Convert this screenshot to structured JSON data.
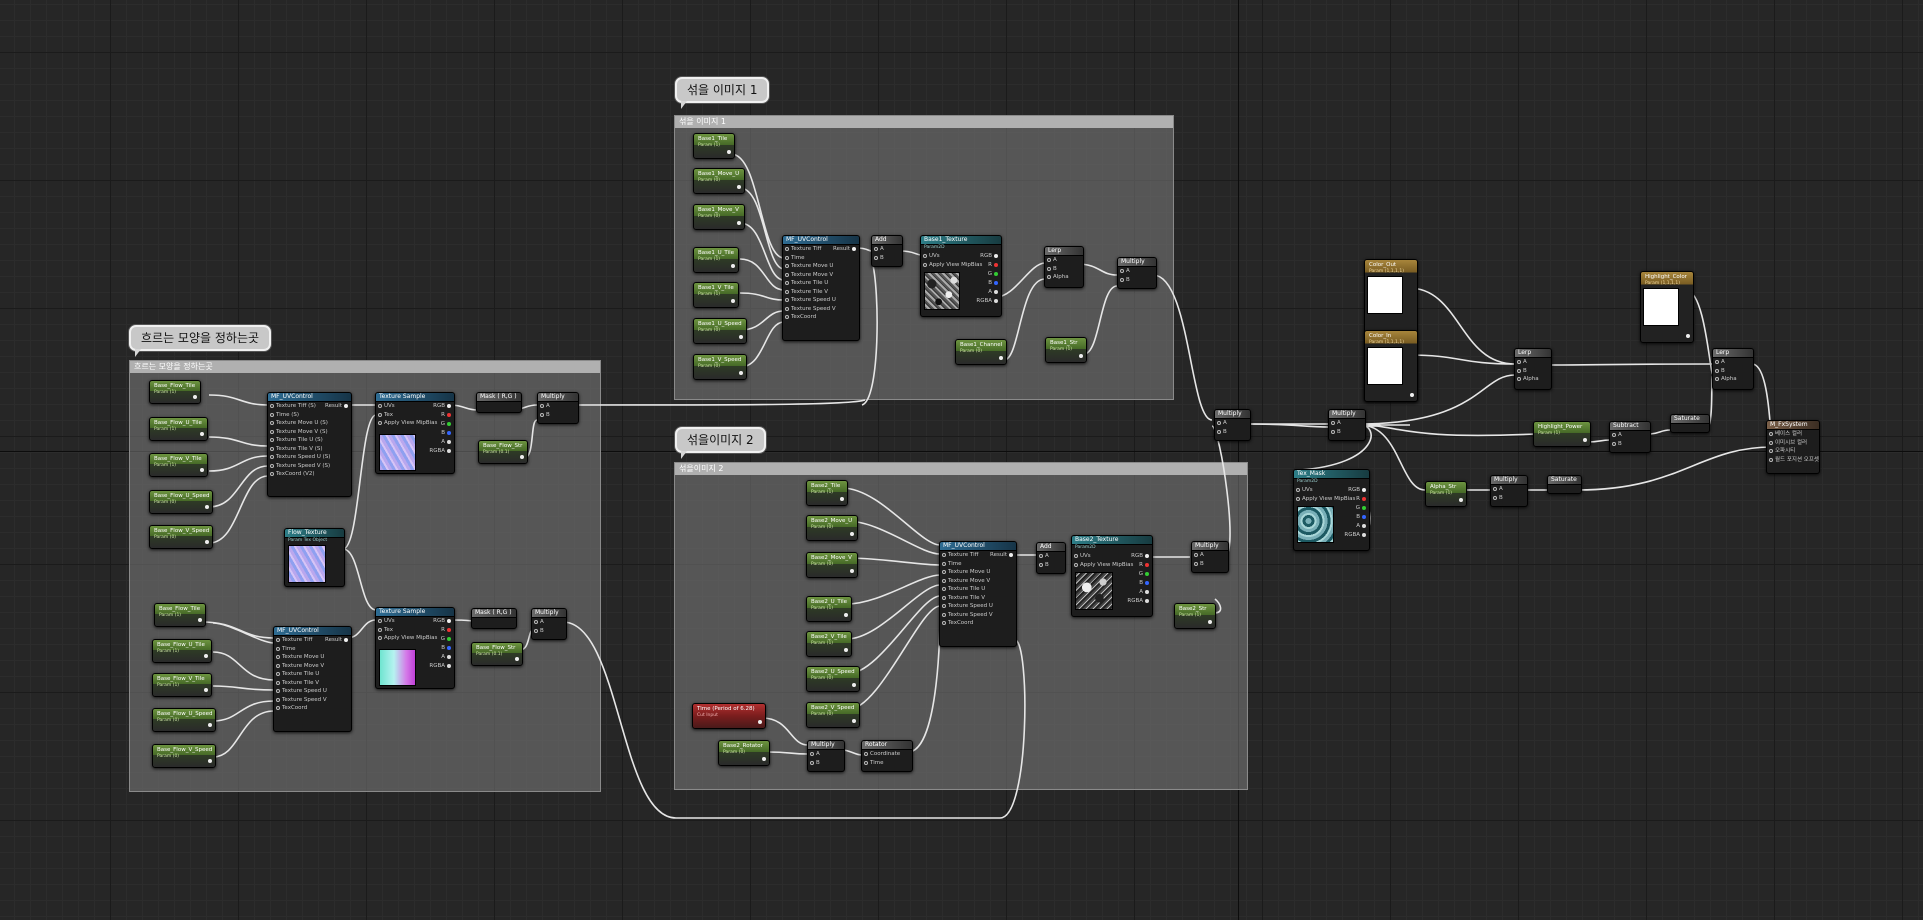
{
  "comments": {
    "flow": {
      "bubble": "흐르는 모양을 정하는곳",
      "header": "흐르는 모양을 정하는곳"
    },
    "mix1": {
      "bubble": "섞을 이미지 1",
      "header": "섞을 이미지 1"
    },
    "mix2": {
      "bubble": "섞을이미지 2",
      "header": "섞을이미지 2"
    }
  },
  "params": {
    "flow_tile": {
      "name": "Base_Flow_Tile",
      "sub": "Param (1)"
    },
    "flow_u_tile": {
      "name": "Base_Flow_U_Tile",
      "sub": "Param (1)"
    },
    "flow_v_tile": {
      "name": "Base_Flow_V_Tile",
      "sub": "Param (1)"
    },
    "flow_u_speed": {
      "name": "Base_Flow_U_Speed",
      "sub": "Param (0)"
    },
    "flow_v_speed": {
      "name": "Base_Flow_V_Speed",
      "sub": "Param (0)"
    },
    "flow2_tile": {
      "name": "Base_Flow_Tile",
      "sub": "Param (1)"
    },
    "flow2_u_tile": {
      "name": "Base_Flow_U_Tile",
      "sub": "Param (1)"
    },
    "flow2_v_tile": {
      "name": "Base_Flow_V_Tile",
      "sub": "Param (1)"
    },
    "flow2_u_speed": {
      "name": "Base_Flow_U_Speed",
      "sub": "Param (0)"
    },
    "flow2_v_speed": {
      "name": "Base_Flow_V_Speed",
      "sub": "Param (0)"
    },
    "flow_str": {
      "name": "Base_Flow_Str",
      "sub": "Param (0.1)"
    },
    "flow2_str": {
      "name": "Base_Flow_Str",
      "sub": "Param (0.1)"
    },
    "b1_tile": {
      "name": "Base1_Tile",
      "sub": "Param (1)"
    },
    "b1_move_u": {
      "name": "Base1_Move_U",
      "sub": "Param (0)"
    },
    "b1_move_v": {
      "name": "Base1_Move_V",
      "sub": "Param (0)"
    },
    "b1_u_tile": {
      "name": "Base1_U_Tile",
      "sub": "Param (1)"
    },
    "b1_v_tile": {
      "name": "Base1_V_Tile",
      "sub": "Param (1)"
    },
    "b1_u_speed": {
      "name": "Base1_U_Speed",
      "sub": "Param (0)"
    },
    "b1_v_speed": {
      "name": "Base1_V_Speed",
      "sub": "Param (0)"
    },
    "b1_channel": {
      "name": "Base1_Channel",
      "sub": "Param (0)"
    },
    "b1_str": {
      "name": "Base1_Str",
      "sub": "Param (1)"
    },
    "b2_tile": {
      "name": "Base2_Tile",
      "sub": "Param (1)"
    },
    "b2_move_u": {
      "name": "Base2_Move_U",
      "sub": "Param (0)"
    },
    "b2_move_v": {
      "name": "Base2_Move_V",
      "sub": "Param (0)"
    },
    "b2_u_tile": {
      "name": "Base2_U_Tile",
      "sub": "Param (1)"
    },
    "b2_v_tile": {
      "name": "Base2_V_Tile",
      "sub": "Param (1)"
    },
    "b2_u_speed": {
      "name": "Base2_U_Speed",
      "sub": "Param (0)"
    },
    "b2_v_speed": {
      "name": "Base2_V_Speed",
      "sub": "Param (0)"
    },
    "b2_rotator": {
      "name": "Base2_Rotator",
      "sub": "Param (0)"
    },
    "b2_str": {
      "name": "Base2_Str",
      "sub": "Param (1)"
    },
    "time": {
      "name": "Time (Period of 6.28)",
      "sub": "Cut Input"
    },
    "alpha_str": {
      "name": "Alpha_Str",
      "sub": "Param (1)"
    },
    "color_out": {
      "name": "Color_Out",
      "sub": "Param (1,1,1,1)"
    },
    "color_in": {
      "name": "Color_In",
      "sub": "Param (1,1,1,1)"
    },
    "highlight_color": {
      "name": "Highlight_Color",
      "sub": "Param (1,1,1,1)"
    },
    "highlight_power": {
      "name": "Highlight_Power",
      "sub": "Param (1)"
    }
  },
  "nodes": {
    "uv1": {
      "title": "MF_UVControl",
      "pins": [
        "Texture Tiff (S)",
        "Time (S)",
        "Texture Move U (S)",
        "Texture Move V (S)",
        "Texture Tile U (S)",
        "Texture Tile V (S)",
        "Texture Speed U (S)",
        "Texture Speed V (S)",
        "TexCoord (V2)"
      ],
      "out": "Result"
    },
    "uv2": {
      "title": "MF_UVControl",
      "pins": [
        "Texture Tiff",
        "Time",
        "Texture Move U",
        "Texture Move V",
        "Texture Tile U",
        "Texture Tile V",
        "Texture Speed U",
        "Texture Speed V",
        "TexCoord"
      ],
      "out": "Result"
    },
    "uv3": {
      "title": "MF_UVControl",
      "pins": [
        "Texture Tiff",
        "Time",
        "Texture Move U",
        "Texture Move V",
        "Texture Tile U",
        "Texture Tile V",
        "Texture Speed U",
        "Texture Speed V",
        "TexCoord"
      ],
      "out": "Result"
    },
    "uv4": {
      "title": "MF_UVControl",
      "pins": [
        "Texture Tiff",
        "Time",
        "Texture Move U",
        "Texture Move V",
        "Texture Tile U",
        "Texture Tile V",
        "Texture Speed U",
        "Texture Speed V",
        "TexCoord"
      ],
      "out": "Result"
    },
    "ts1": {
      "title": "Texture Sample",
      "pins": [
        "UVs",
        "Tex",
        "Apply View MipBias"
      ]
    },
    "ts2": {
      "title": "Texture Sample",
      "pins": [
        "UVs",
        "Tex",
        "Apply View MipBias"
      ]
    },
    "flow_tex": {
      "title": "Flow_Texture",
      "sub": "Param Tex Object"
    },
    "b1_tex": {
      "title": "Base1_Texture",
      "sub": "Param2D",
      "pins": [
        "UVs",
        "Apply View MipBias"
      ]
    },
    "b2_tex": {
      "title": "Base2_Texture",
      "sub": "Param2D",
      "pins": [
        "UVs",
        "Apply View MipBias"
      ]
    },
    "tex_mask": {
      "title": "Tex_Mask",
      "sub": "Param2D",
      "pins": [
        "UVs",
        "Apply View MipBias"
      ]
    },
    "mask1": {
      "title": "Mask ( R,G )"
    },
    "mask2": {
      "title": "Mask ( R,G )"
    },
    "mul1": {
      "title": "Multiply"
    },
    "mul2": {
      "title": "Multiply"
    },
    "mul3": {
      "title": "Multiply"
    },
    "mul4": {
      "title": "Multiply"
    },
    "mul5": {
      "title": "Multiply"
    },
    "mul6": {
      "title": "Multiply"
    },
    "mul7": {
      "title": "Multiply"
    },
    "mul8": {
      "title": "Multiply"
    },
    "add1": {
      "title": "Add"
    },
    "add2": {
      "title": "Add"
    },
    "lerp1": {
      "title": "Lerp",
      "pins": [
        "A",
        "B",
        "Alpha"
      ]
    },
    "lerp2": {
      "title": "Lerp",
      "pins": [
        "A",
        "B",
        "Alpha"
      ]
    },
    "lerp3": {
      "title": "Lerp",
      "pins": [
        "A",
        "B",
        "Alpha"
      ]
    },
    "rotator": {
      "title": "Rotator",
      "pins": [
        "Coordinate",
        "Time"
      ]
    },
    "subtract": {
      "title": "Subtract"
    },
    "saturate1": {
      "title": "Saturate"
    },
    "saturate2": {
      "title": "Saturate"
    },
    "result": {
      "title": "M_FxSystem",
      "pins": [
        "베이스 컬러",
        "이미시브 컬러",
        "오파시티",
        "월드 포지션 오프셋"
      ]
    }
  },
  "pin_labels": {
    "rgb": "RGB",
    "r": "R",
    "g": "G",
    "b": "B",
    "a": "A",
    "rgba": "RGBA",
    "a_in": "A",
    "b_in": "B"
  },
  "colors": {
    "param_header": "#6d9440",
    "vector_param_header": "#a7853b",
    "time_header": "#b23030",
    "function_header": "#2e6c93",
    "comment_bg": "#7d7d7d",
    "grid_bg": "#262626",
    "wire": "#e6e6e6"
  }
}
